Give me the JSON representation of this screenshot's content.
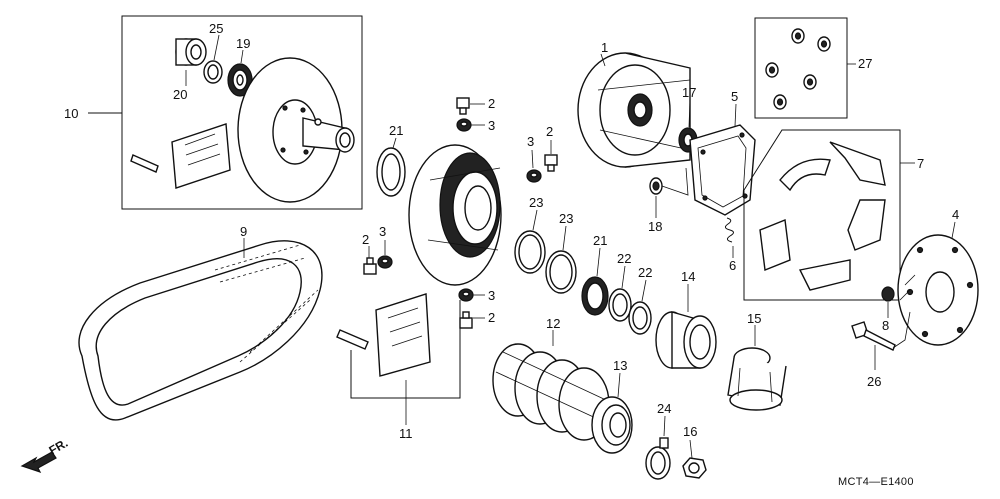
{
  "diagram": {
    "code": "MCT4—E1400",
    "direction_label": "FR.",
    "labels": {
      "p1": "1",
      "p2a": "2",
      "p2b": "2",
      "p2c": "2",
      "p2d": "2",
      "p3a": "3",
      "p3b": "3",
      "p3c": "3",
      "p3d": "3",
      "p4": "4",
      "p5": "5",
      "p6": "6",
      "p7": "7",
      "p8": "8",
      "p9": "9",
      "p10": "10",
      "p11": "11",
      "p12": "12",
      "p13": "13",
      "p14": "14",
      "p15": "15",
      "p16": "16",
      "p17": "17",
      "p18": "18",
      "p19": "19",
      "p20": "20",
      "p21a": "21",
      "p21b": "21",
      "p22a": "22",
      "p22b": "22",
      "p23a": "23",
      "p23b": "23",
      "p24": "24",
      "p25": "25",
      "p26": "26",
      "p27": "27"
    }
  }
}
